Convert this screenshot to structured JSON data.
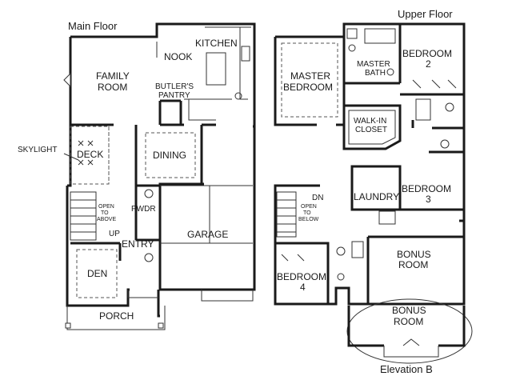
{
  "titles": {
    "main_floor": "Main Floor",
    "upper_floor": "Upper Floor",
    "elevation": "Elevation B"
  },
  "main_floor_rooms": {
    "family_room_1": "FAMILY",
    "family_room_2": "ROOM",
    "nook": "NOOK",
    "kitchen": "KITCHEN",
    "butlers_1": "BUTLER'S",
    "butlers_2": "PANTRY",
    "skylight": "SKYLIGHT",
    "deck": "DECK",
    "dining": "DINING",
    "open_above_1": "OPEN",
    "open_above_2": "TO",
    "open_above_3": "ABOVE",
    "up": "UP",
    "pwdr": "PWDR",
    "garage": "GARAGE",
    "entry": "ENTRY",
    "den": "DEN",
    "porch": "PORCH"
  },
  "upper_floor_rooms": {
    "master_bedroom_1": "MASTER",
    "master_bedroom_2": "BEDROOM",
    "master_bath_1": "MASTER",
    "master_bath_2": "BATH",
    "bedroom2_1": "BEDROOM",
    "bedroom2_2": "2",
    "walkin_1": "WALK-IN",
    "walkin_2": "CLOSET",
    "dn": "DN",
    "laundry": "LAUNDRY",
    "bedroom3_1": "BEDROOM",
    "bedroom3_2": "3",
    "open_below_1": "OPEN",
    "open_below_2": "TO",
    "open_below_3": "BELOW",
    "bonus_1": "BONUS",
    "bonus_2": "ROOM",
    "bedroom4_1": "BEDROOM",
    "bedroom4_2": "4",
    "elev_bonus_1": "BONUS",
    "elev_bonus_2": "ROOM"
  }
}
